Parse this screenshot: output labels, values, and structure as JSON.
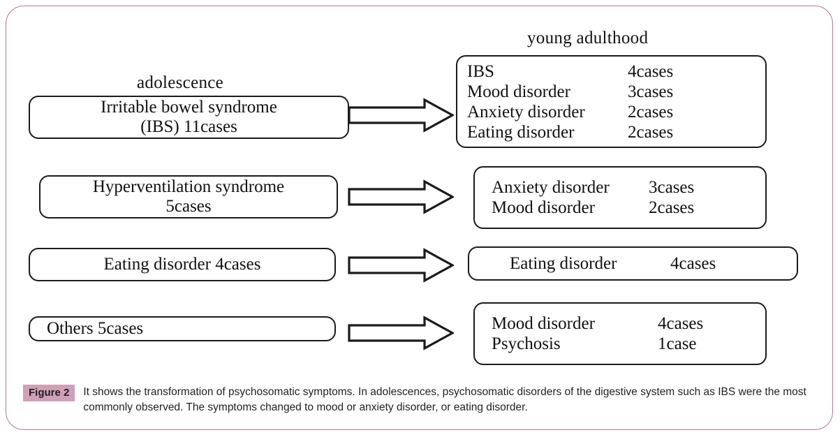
{
  "figure": {
    "frame_color": "#b5759a",
    "badge_color": "#cfa0b8"
  },
  "headings": {
    "left": "adolescence",
    "right": "young adulthood"
  },
  "adolescence_boxes": [
    {
      "line1": "Irritable bowel syndrome",
      "line2": "(IBS) 11cases"
    },
    {
      "line1": "Hyperventilation syndrome",
      "line2": "5cases"
    },
    {
      "line1": "Eating disorder    4cases",
      "line2": ""
    },
    {
      "line1": "Others            5cases",
      "line2": ""
    }
  ],
  "young_adulthood_boxes": [
    {
      "rows": [
        {
          "label": "IBS",
          "count": "4cases"
        },
        {
          "label": "Mood disorder",
          "count": "3cases"
        },
        {
          "label": "Anxiety  disorder",
          "count": "2cases"
        },
        {
          "label": "Eating disorder",
          "count": "2cases"
        }
      ]
    },
    {
      "rows": [
        {
          "label": "Anxiety disorder",
          "count": "3cases"
        },
        {
          "label": "Mood disorder",
          "count": "2cases"
        }
      ]
    },
    {
      "rows": [
        {
          "label": "Eating disorder",
          "count": "4cases"
        }
      ]
    },
    {
      "rows": [
        {
          "label": "Mood disorder",
          "count": "4cases"
        },
        {
          "label": "Psychosis",
          "count": "1case"
        }
      ]
    }
  ],
  "arrows": [
    {
      "name": "arrow-ibs"
    },
    {
      "name": "arrow-hyperventilation"
    },
    {
      "name": "arrow-eating-disorder"
    },
    {
      "name": "arrow-others"
    }
  ],
  "caption": {
    "badge": "Figure 2",
    "text": "It shows the transformation of psychosomatic symptoms. In adolescences, psychosomatic disorders of the digestive system such as IBS were the most commonly observed. The symptoms changed to mood or anxiety disorder, or eating disorder."
  },
  "chart_data": {
    "type": "diagram",
    "title": "Transformation of psychosomatic symptoms from adolescence to young adulthood",
    "columns": [
      "adolescence",
      "young adulthood"
    ],
    "flows": [
      {
        "from": {
          "name": "Irritable bowel syndrome (IBS)",
          "cases": 11
        },
        "to": [
          {
            "name": "IBS",
            "cases": 4
          },
          {
            "name": "Mood disorder",
            "cases": 3
          },
          {
            "name": "Anxiety disorder",
            "cases": 2
          },
          {
            "name": "Eating disorder",
            "cases": 2
          }
        ]
      },
      {
        "from": {
          "name": "Hyperventilation syndrome",
          "cases": 5
        },
        "to": [
          {
            "name": "Anxiety disorder",
            "cases": 3
          },
          {
            "name": "Mood disorder",
            "cases": 2
          }
        ]
      },
      {
        "from": {
          "name": "Eating disorder",
          "cases": 4
        },
        "to": [
          {
            "name": "Eating disorder",
            "cases": 4
          }
        ]
      },
      {
        "from": {
          "name": "Others",
          "cases": 5
        },
        "to": [
          {
            "name": "Mood disorder",
            "cases": 4
          },
          {
            "name": "Psychosis",
            "cases": 1
          }
        ]
      }
    ]
  }
}
